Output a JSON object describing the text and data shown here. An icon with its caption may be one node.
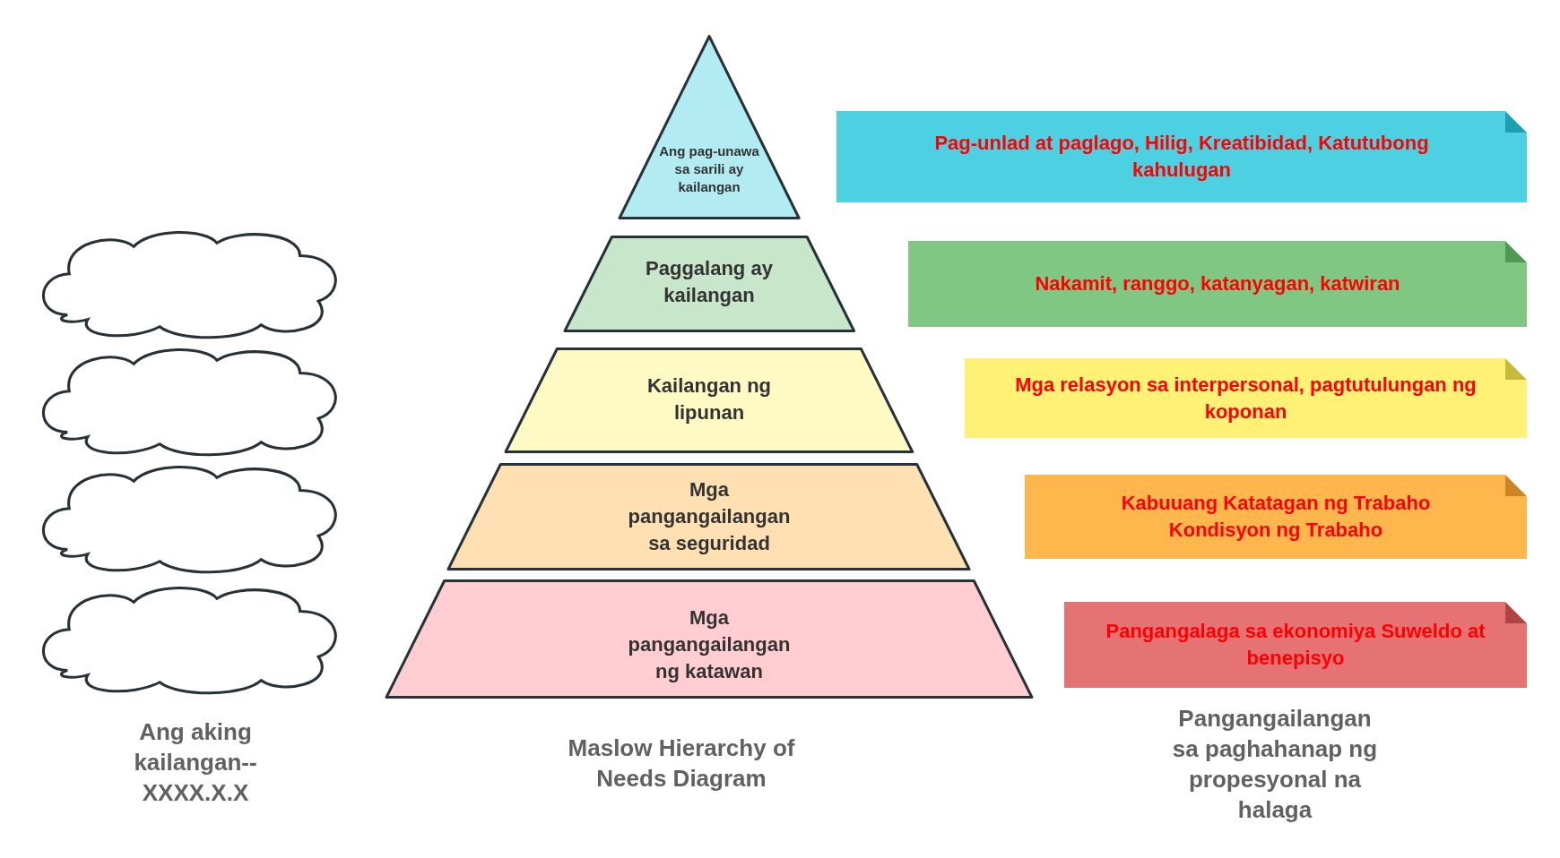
{
  "diagram": {
    "title": "Maslow Hierarchy of Needs Diagram",
    "nodes": [
      {
        "text": [],
        "shape": "cloud"
      },
      {
        "text": [],
        "shape": "cloud"
      },
      {
        "text": [],
        "shape": "cloud"
      },
      {
        "text": [],
        "shape": "cloud"
      },
      {
        "text": [
          "Ang pag-unawa sa sarili ay kailangan"
        ]
      },
      {
        "text": [
          "Paggalang ay kailangan"
        ]
      },
      {
        "text": [
          "Kailangan ng lipunan"
        ]
      },
      {
        "text": [
          "Mga pangangailangan sa seguridad"
        ]
      },
      {
        "text": [
          "Mga pangangailangan ng katawan"
        ]
      },
      {
        "text": [
          "Pag-unlad at paglago, Hilig, Kreatibidad, Katutubong kahulugan"
        ]
      },
      {
        "text": [
          "Nakamit, ranggo, katanyagan, katwiran"
        ]
      },
      {
        "text": [
          "Mga relasyon sa interpersonal, pagtutulungan ng koponan"
        ]
      },
      {
        "text": [
          "Kabuuang Katatagan ng Trabaho Kondisyon ng Trabaho"
        ]
      },
      {
        "text": [
          "Pangangalaga sa ekonomiya Suweldo at benepisyo"
        ]
      }
    ],
    "edges": [],
    "labels": [
      "Ang aking kailangan-- XXXX.X.X",
      "Pangangailangan sa paghahanap ng propesyonal na halaga"
    ]
  }
}
